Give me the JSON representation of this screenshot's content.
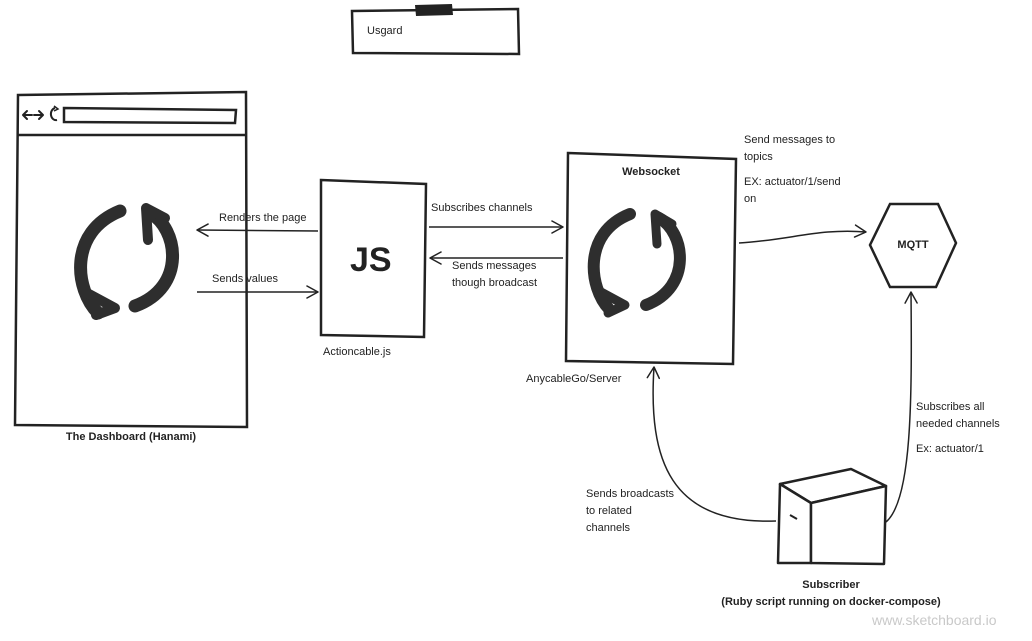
{
  "usgard": "Usgard",
  "dashboard": {
    "title": "The Dashboard (Hanami)"
  },
  "edges": {
    "renders": "Renders the page",
    "sends_values": "Sends values",
    "subscribes_channels": "Subscribes channels",
    "sends_messages_1": "Sends messages",
    "sends_messages_2": "though broadcast"
  },
  "js": {
    "label": "JS",
    "caption": "Actioncable.js"
  },
  "websocket": {
    "title": "Websocket",
    "caption": "AnycableGo/Server"
  },
  "topics": {
    "line1": "Send messages to",
    "line2": "topics",
    "ex1": "EX: actuator/1/send",
    "ex2": "on"
  },
  "mqtt": "MQTT",
  "broadcasts": {
    "line1": "Sends broadcasts",
    "line2": "to related",
    "line3": "channels"
  },
  "subscribes_all": {
    "line1": "Subscribes all",
    "line2": "needed channels",
    "ex": "Ex: actuator/1"
  },
  "subscriber": {
    "title": "Subscriber",
    "subtitle": "(Ruby script running on docker-compose)"
  },
  "watermark": "www.sketchboard.io"
}
